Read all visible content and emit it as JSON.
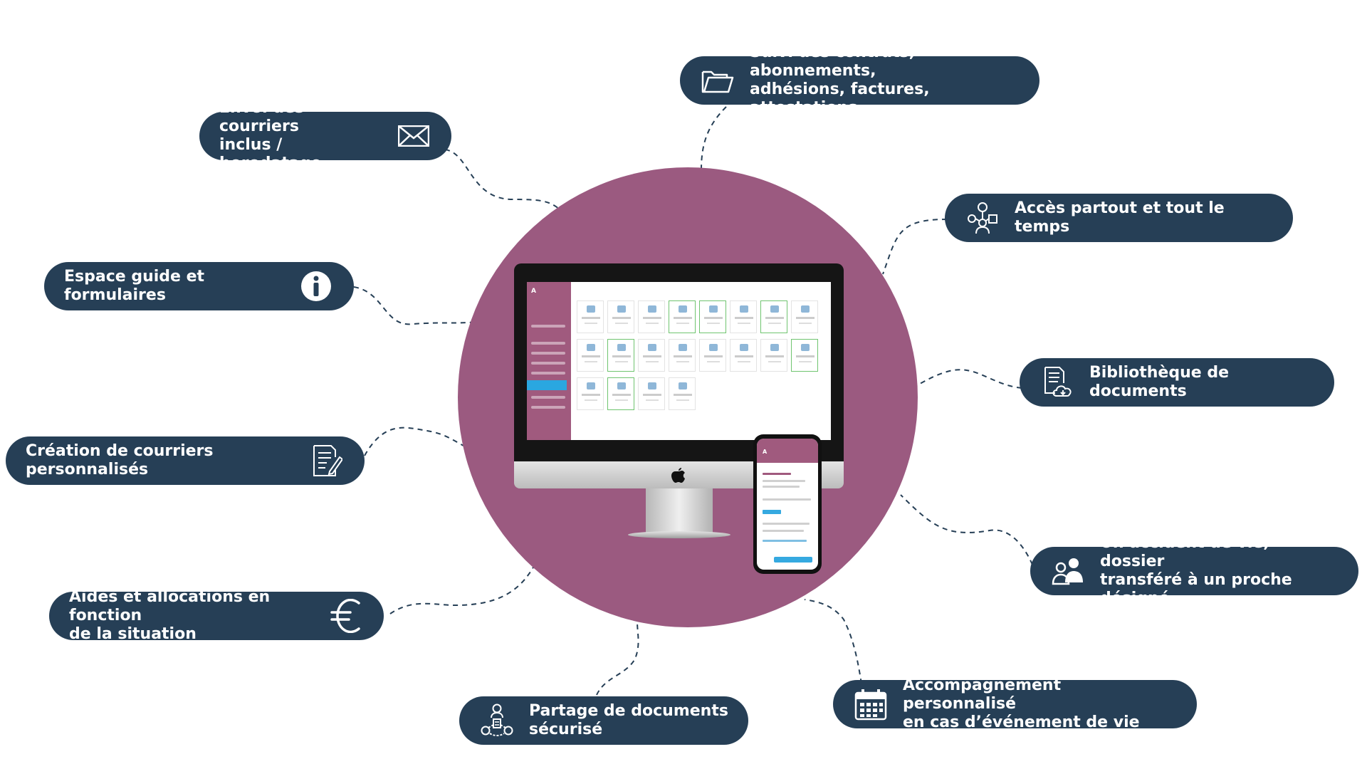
{
  "features": {
    "envoi": {
      "label": "Envoi des courriers\ninclus / horodatage",
      "icon": "envelope-icon"
    },
    "suivi": {
      "label": "Suivi des contrats, abonnements,\nadhésions, factures, attestations",
      "icon": "folder-icon"
    },
    "acces": {
      "label": "Accès partout et tout le temps",
      "icon": "network-icon"
    },
    "espace": {
      "label": "Espace guide et formulaires",
      "icon": "info-icon"
    },
    "bibliotheque": {
      "label": "Bibliothèque de documents",
      "icon": "document-cloud-icon"
    },
    "creation": {
      "label": "Création de courriers personnalisés",
      "icon": "document-edit-icon"
    },
    "accident": {
      "label": "Un accident de vie, dossier\ntransféré à un proche désigné",
      "icon": "people-icon"
    },
    "aides": {
      "label": "Aides et allocations en fonction\nde la situation",
      "icon": "euro-icon"
    },
    "accompagnement": {
      "label": "Accompagnement personnalisé\nen cas d’événement de vie",
      "icon": "calendar-icon"
    },
    "partage": {
      "label": "Partage de documents\nsécurisé",
      "icon": "share-network-icon"
    }
  },
  "colors": {
    "pill": "#263f56",
    "circle": "#9b5a80",
    "connector": "#263f56"
  }
}
